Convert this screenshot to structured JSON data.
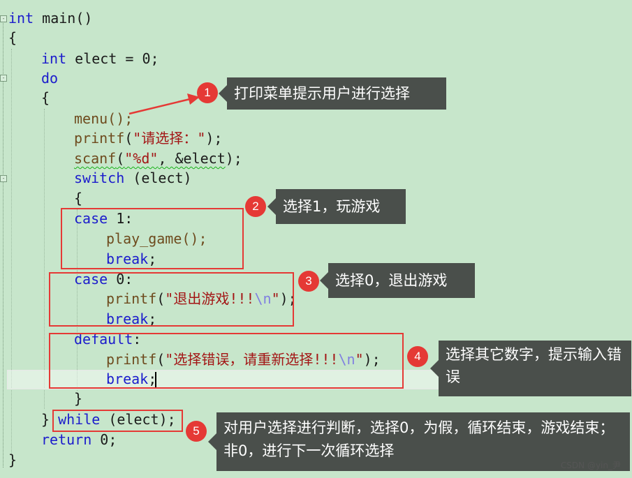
{
  "code": {
    "line1": {
      "kw": "int",
      "rest": " main()"
    },
    "line2": "{",
    "line3": {
      "kw": "int",
      "rest": " elect = 0;"
    },
    "line4": "do",
    "line5": "{",
    "line6": "menu();",
    "line7": {
      "fn": "printf",
      "open": "(",
      "str": "\"请选择：\"",
      "close": ");"
    },
    "line8": {
      "fn": "scanf",
      "open": "(",
      "str": "\"%d\"",
      "mid": ", &elect",
      "close": ");"
    },
    "line9": {
      "kw": "switch",
      "rest": " (elect)"
    },
    "line10": "{",
    "line11": {
      "kw": "case",
      "rest": " 1:"
    },
    "line12": "play_game();",
    "line13": {
      "kw": "break",
      "rest": ";"
    },
    "line14": {
      "kw": "case",
      "rest": " 0:"
    },
    "line15": {
      "fn": "printf",
      "open": "(",
      "str": "\"退出游戏!!!",
      "esc": "\\n",
      "str2": "\"",
      "close": ");"
    },
    "line16": {
      "kw": "break",
      "rest": ";"
    },
    "line17": {
      "kw": "default",
      "rest": ":"
    },
    "line18": {
      "fn": "printf",
      "open": "(",
      "str": "\"选择错误，请重新选择!!!",
      "esc": "\\n",
      "str2": "\"",
      "close": ");"
    },
    "line19": {
      "kw": "break",
      "rest": ";"
    },
    "line20": "}",
    "line21": {
      "pre": "} ",
      "kw": "while",
      "rest": " (elect);"
    },
    "line22": {
      "kw": "return",
      "rest": " 0;"
    },
    "line23": "}"
  },
  "annotations": [
    {
      "num": "1",
      "text": "打印菜单提示用户进行选择"
    },
    {
      "num": "2",
      "text": "选择1，玩游戏"
    },
    {
      "num": "3",
      "text": "选择0，退出游戏"
    },
    {
      "num": "4",
      "text": "选择其它数字，提示输入错误"
    },
    {
      "num": "5",
      "text": "对用户选择进行判断，选择0，为假，循环结束，游戏结束；非0，进行下一次循环选择"
    }
  ],
  "fold_markers": [
    "-",
    "-",
    "-"
  ],
  "watermark": "CSDN @yin_尹",
  "colors": {
    "background": "#c7e6cb",
    "keyword": "#1c1ccc",
    "string": "#a31515",
    "highlight": "#e53935",
    "tooltip": "#4a4f4b"
  }
}
